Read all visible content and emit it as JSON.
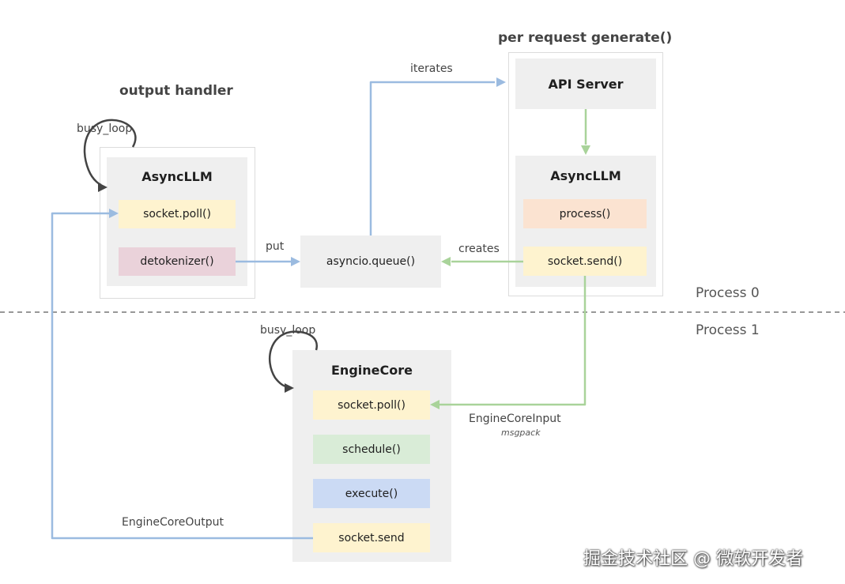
{
  "headings": {
    "output_handler": "output handler",
    "per_request": "per request generate()"
  },
  "process_labels": {
    "p0": "Process 0",
    "p1": "Process 1"
  },
  "output_handler_group": {
    "panel_title": "AsyncLLM",
    "socket_poll": "socket.poll()",
    "detokenizer": "detokenizer()",
    "loop_label": "busy_loop"
  },
  "queue": {
    "label": "asyncio.queue()"
  },
  "request_group": {
    "api_server": "API Server",
    "panel_title": "AsyncLLM",
    "process": "process()",
    "socket_send": "socket.send()"
  },
  "engine_core": {
    "panel_title": "EngineCore",
    "socket_poll": "socket.poll()",
    "schedule": "schedule()",
    "execute": "execute()",
    "socket_send": "socket.send",
    "loop_label": "busy_loop"
  },
  "arrows": {
    "put": "put",
    "iterates": "iterates",
    "creates": "creates",
    "engine_core_input": "EngineCoreInput",
    "msgpack": "msgpack",
    "engine_core_output": "EngineCoreOutput"
  },
  "colors": {
    "blue_arrow": "#9bbbe0",
    "green_arrow": "#a9d39a",
    "loop_arrow": "#444444",
    "divider": "#777777"
  },
  "watermark": "掘金技术社区 @ 微软开发者"
}
